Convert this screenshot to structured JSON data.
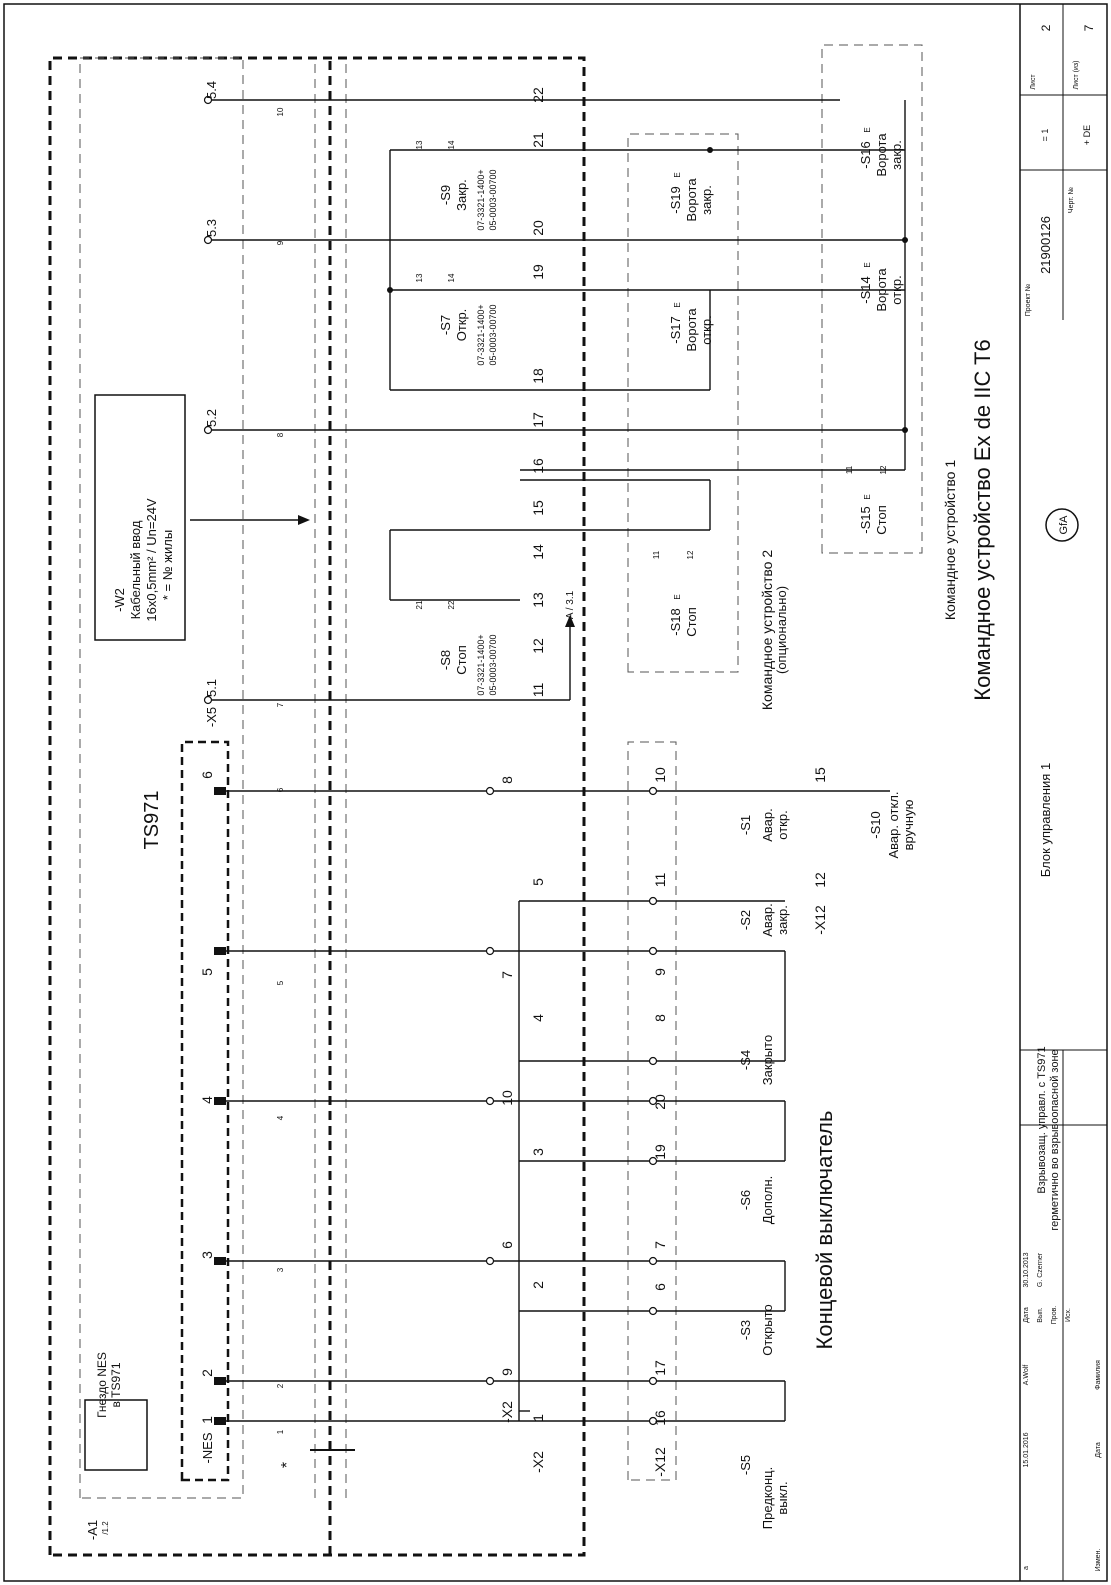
{
  "page": {
    "title": "Командное устройство Ex de IIC T6",
    "subtitle_limit": "Концевой выключатель",
    "ts971": "TS971",
    "a1": "-A1",
    "a1_ref": "/1.2"
  },
  "cable": {
    "line1": "-W2",
    "line2": "Кабельный ввод",
    "line3": "16x0,5mm² / Un=24V",
    "line4": "* = № жилы"
  },
  "nes": {
    "socket_line1": "Гнездо NES",
    "socket_line2": "в TS971",
    "tag": "-NES",
    "star": "*"
  },
  "x_tags": {
    "x2": "-X2",
    "x12": "-X12",
    "x5": "-X5"
  },
  "top_terms": [
    "5.4",
    "5.3",
    "5.2",
    "5.1"
  ],
  "wire_labels_top": [
    "10",
    "9",
    "8",
    "7"
  ],
  "x12_right": [
    "22",
    "21",
    "20",
    "19",
    "18",
    "17",
    "16",
    "15",
    "14",
    "13",
    "12",
    "11"
  ],
  "nes_pins": [
    "6",
    "5",
    "4",
    "3",
    "2",
    "1"
  ],
  "nes_wire_labels": [
    "6",
    "5",
    "4",
    "3",
    "2",
    "1"
  ],
  "x2_terms": {
    "t8": "8",
    "t7": "7",
    "t10": "10",
    "t6": "6",
    "t9": "9",
    "t5": "5",
    "t4": "4",
    "t3": "3",
    "t2": "2",
    "t1": "1",
    "tx2": "-X2"
  },
  "x12_bottom": [
    "10",
    "11",
    "9",
    "8",
    "20",
    "19",
    "7",
    "6",
    "17",
    "16"
  ],
  "ref_a": "A / 3.1",
  "switch_pins": {
    "p11": "11",
    "p12": "12",
    "p13": "13",
    "p14": "14",
    "p21": "21",
    "p22": "22"
  },
  "switches": {
    "s9": {
      "tag": "-S9",
      "name": "Закр.",
      "code1": "07-3321-1400+",
      "code2": "05-0003-00700"
    },
    "s7": {
      "tag": "-S7",
      "name": "Откр.",
      "code1": "07-3321-1400+",
      "code2": "05-0003-00700"
    },
    "s8": {
      "tag": "-S8",
      "name": "Стоп",
      "code1": "07-3321-1400+",
      "code2": "05-0003-00700"
    },
    "s19": {
      "tag": "-S19",
      "name1": "Ворота",
      "name2": "закр."
    },
    "s17": {
      "tag": "-S17",
      "name1": "Ворота",
      "name2": "откр."
    },
    "s18": {
      "tag": "-S18",
      "name": "Стоп"
    },
    "s16": {
      "tag": "-S16",
      "name1": "Ворота",
      "name2": "закр."
    },
    "s14": {
      "tag": "-S14",
      "name1": "Ворота",
      "name2": "откр."
    },
    "s15": {
      "tag": "-S15",
      "name": "Стоп"
    },
    "s1": {
      "tag": "-S1",
      "name1": "Авар.",
      "name2": "откр."
    },
    "s2": {
      "tag": "-S2",
      "name1": "Авар.",
      "name2": "закр."
    },
    "s4": {
      "tag": "-S4",
      "name": "Закрыто"
    },
    "s6": {
      "tag": "-S6",
      "name": "Дополн."
    },
    "s3": {
      "tag": "-S3",
      "name": "Открыто"
    },
    "s5": {
      "tag": "-S5",
      "name1": "Предконц.",
      "name2": "выкл."
    },
    "s10": {
      "tag": "-S10",
      "name1": "Авар. откл.",
      "name2": "вручную"
    },
    "e": "E"
  },
  "x12_s10": {
    "t15": "15",
    "t12": "12",
    "tag": "-X12"
  },
  "device2": {
    "line1": "Командное устройство 2",
    "line2": "(опционально)"
  },
  "device1": "Командное устройство 1",
  "titleblock": {
    "sheet_label": "Лист",
    "sheet_val": "2",
    "sheets_label": "Лист (из)",
    "sheets_val": "7",
    "eq1": "= 1",
    "plus": "+ DE",
    "project_label": "Проект №",
    "project_val": "21900126",
    "drawing_label": "Черт. №",
    "logo": "GfA",
    "block": "Блок управления 1",
    "desc1": "Взрывозащ. управл. с TS971",
    "desc2": "герметично во взрывоопасной зоне",
    "date_label": "Дата",
    "date_val": "30.10.2013",
    "done_label": "Вып.",
    "done_val": "G. Czerner",
    "check_label": "Пров.",
    "orig_label": "Исх.",
    "rev_date": "15.01.2016",
    "rev_name": "A.Wolf",
    "rev_mark": "a",
    "change_label": "Измен.",
    "date2_label": "Дата",
    "name_label": "Фамилия"
  }
}
